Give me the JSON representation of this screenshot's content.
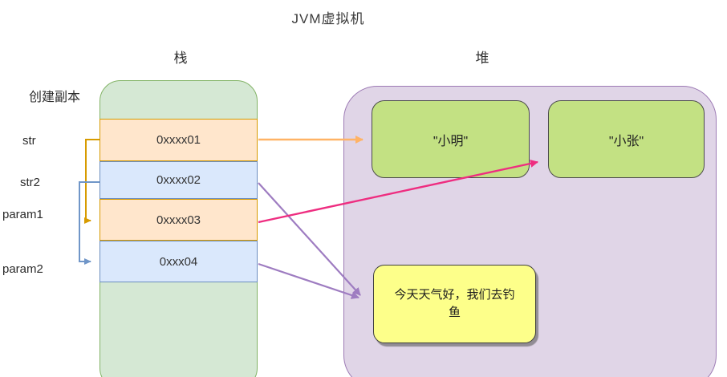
{
  "title": "JVM虚拟机",
  "labels": {
    "stack": "栈",
    "heap": "堆",
    "create_copy": "创建副本",
    "vars": [
      "str",
      "str2",
      "param1",
      "param2"
    ]
  },
  "stack_frames": [
    {
      "address": "0xxxx01",
      "type": "orange"
    },
    {
      "address": "0xxxx02",
      "type": "blue"
    },
    {
      "address": "0xxxx03",
      "type": "orange"
    },
    {
      "address": "0xxx04",
      "type": "blue"
    }
  ],
  "heap_objects": [
    {
      "name": "xiaoming",
      "text": "\"小明\""
    },
    {
      "name": "xiaozhang",
      "text": "\"小张\""
    },
    {
      "name": "note",
      "text": "今天天气好，我们去钓鱼"
    }
  ],
  "connections": [
    {
      "from": "str (0xxxx01)",
      "to": "\"小明\"",
      "color_key": "arrow_light_orange"
    },
    {
      "from": "str2 (0xxxx02)",
      "to": "今天天气好，我们去钓鱼",
      "color_key": "arrow_purple"
    },
    {
      "from": "param1 (0xxxx03)",
      "to": "\"小张\"",
      "color_key": "arrow_pink"
    },
    {
      "from": "param2 (0xxx04)",
      "to": "今天天气好，我们去钓鱼",
      "color_key": "arrow_purple"
    },
    {
      "from": "str",
      "to": "param1",
      "label": "创建副本",
      "color_key": "arrow_dark_orange"
    },
    {
      "from": "str2",
      "to": "param2",
      "label": "创建副本",
      "color_key": "arrow_blue"
    }
  ],
  "colors": {
    "stack_fill": "#d5e8d4",
    "stack_stroke": "#82b366",
    "frame_orange_fill": "#ffe6cc",
    "frame_orange_stroke": "#d79b00",
    "frame_blue_fill": "#dae8fc",
    "frame_blue_stroke": "#6c8ebf",
    "heap_fill": "#e0d5e7",
    "heap_stroke": "#9d7bb5",
    "object_green_fill": "#c3e183",
    "object_green_stroke": "#4b4b4b",
    "note_yellow_fill": "#fdff8a",
    "note_yellow_stroke": "#3f3f3f",
    "arrow_light_orange": "#ffb366",
    "arrow_dark_orange": "#d79b00",
    "arrow_blue": "#7096c8",
    "arrow_pink": "#ee2d80",
    "arrow_purple": "#9e7cc1"
  }
}
